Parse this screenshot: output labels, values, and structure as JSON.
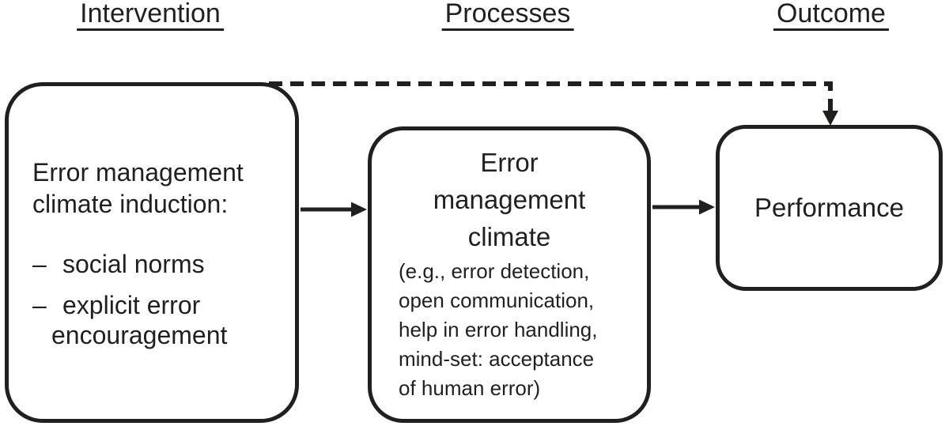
{
  "colors": {
    "ink": "#221f1f",
    "background": "#ffffff"
  },
  "headings": {
    "intervention": "Intervention",
    "processes": "Processes",
    "outcome": "Outcome"
  },
  "intervention_box": {
    "title_lines": [
      "Error management",
      "climate induction:"
    ],
    "bullets": [
      {
        "dash": "–",
        "lines": [
          "social norms"
        ]
      },
      {
        "dash": "–",
        "lines": [
          "explicit error",
          "encouragement"
        ]
      }
    ]
  },
  "processes_box": {
    "title_lines": [
      "Error",
      "management",
      "climate"
    ],
    "detail_lines": [
      "(e.g., error detection,",
      "open communication,",
      "help in error handling,",
      "mind-set: acceptance",
      "of human error)"
    ]
  },
  "outcome_box": {
    "label": "Performance"
  }
}
